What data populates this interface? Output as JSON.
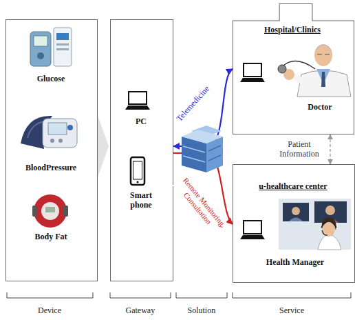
{
  "diagram": {
    "nodes": [
      {
        "text": [
          "Glucose",
          "BloodPressure",
          "Body Fat"
        ]
      },
      {
        "text": [
          "PC",
          "Smart phone"
        ]
      },
      {
        "text": [
          "Hospital/Clinics",
          "Doctor"
        ]
      },
      {
        "text": [
          "u-healthcare center",
          "Health Manager"
        ]
      }
    ],
    "edges": [
      {
        "from": 1,
        "to": 2,
        "arrow": "both",
        "label": "Telemedicine"
      },
      {
        "from": 1,
        "to": 3,
        "arrow": "to",
        "label": "Remote Monitoring, Consultation"
      },
      {
        "from": 2,
        "to": 3,
        "arrow": "both",
        "label": "Patient Information"
      }
    ],
    "labels": [
      "Device",
      "Gateway",
      "Solution",
      "Service"
    ]
  }
}
